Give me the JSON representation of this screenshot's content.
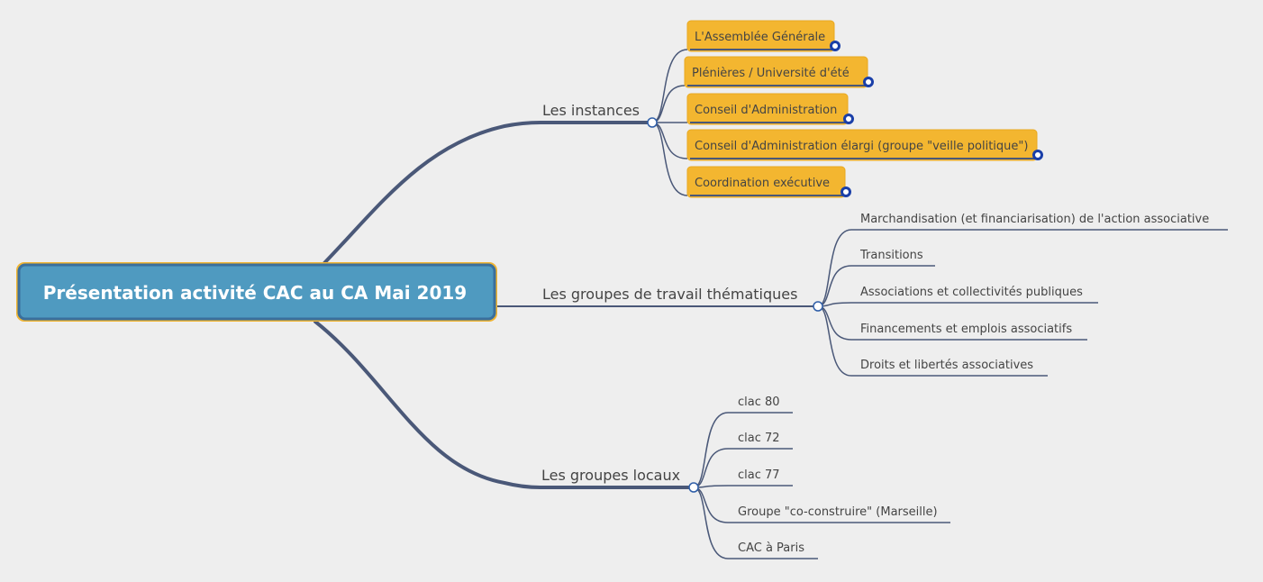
{
  "root": {
    "label": "Présentation activité CAC au CA Mai 2019"
  },
  "branches": [
    {
      "label": "Les instances",
      "children": [
        "L'Assemblée Générale",
        "Plénières / Université d'été",
        "Conseil d'Administration",
        "Conseil d'Administration élargi (groupe \"veille politique\")",
        "Coordination exécutive"
      ]
    },
    {
      "label": "Les groupes de travail thématiques",
      "children": [
        "Marchandisation (et financiarisation) de l'action associative",
        "Transitions",
        "Associations et collectivités publiques",
        "Financements et emplois associatifs",
        "Droits et libertés associatives"
      ]
    },
    {
      "label": "Les groupes locaux",
      "children": [
        "clac 80",
        "clac 72",
        "clac 77",
        "Groupe \"co-construire\" (Marseille)",
        "CAC à Paris"
      ]
    }
  ],
  "colors": {
    "line": "#4a5878",
    "root_fill": "#4f9ac0",
    "root_border": "#3a6f9c",
    "root_outline": "#f0b432",
    "box_fill": "#f3b630",
    "collapse_dot": "#1a3fa8"
  }
}
